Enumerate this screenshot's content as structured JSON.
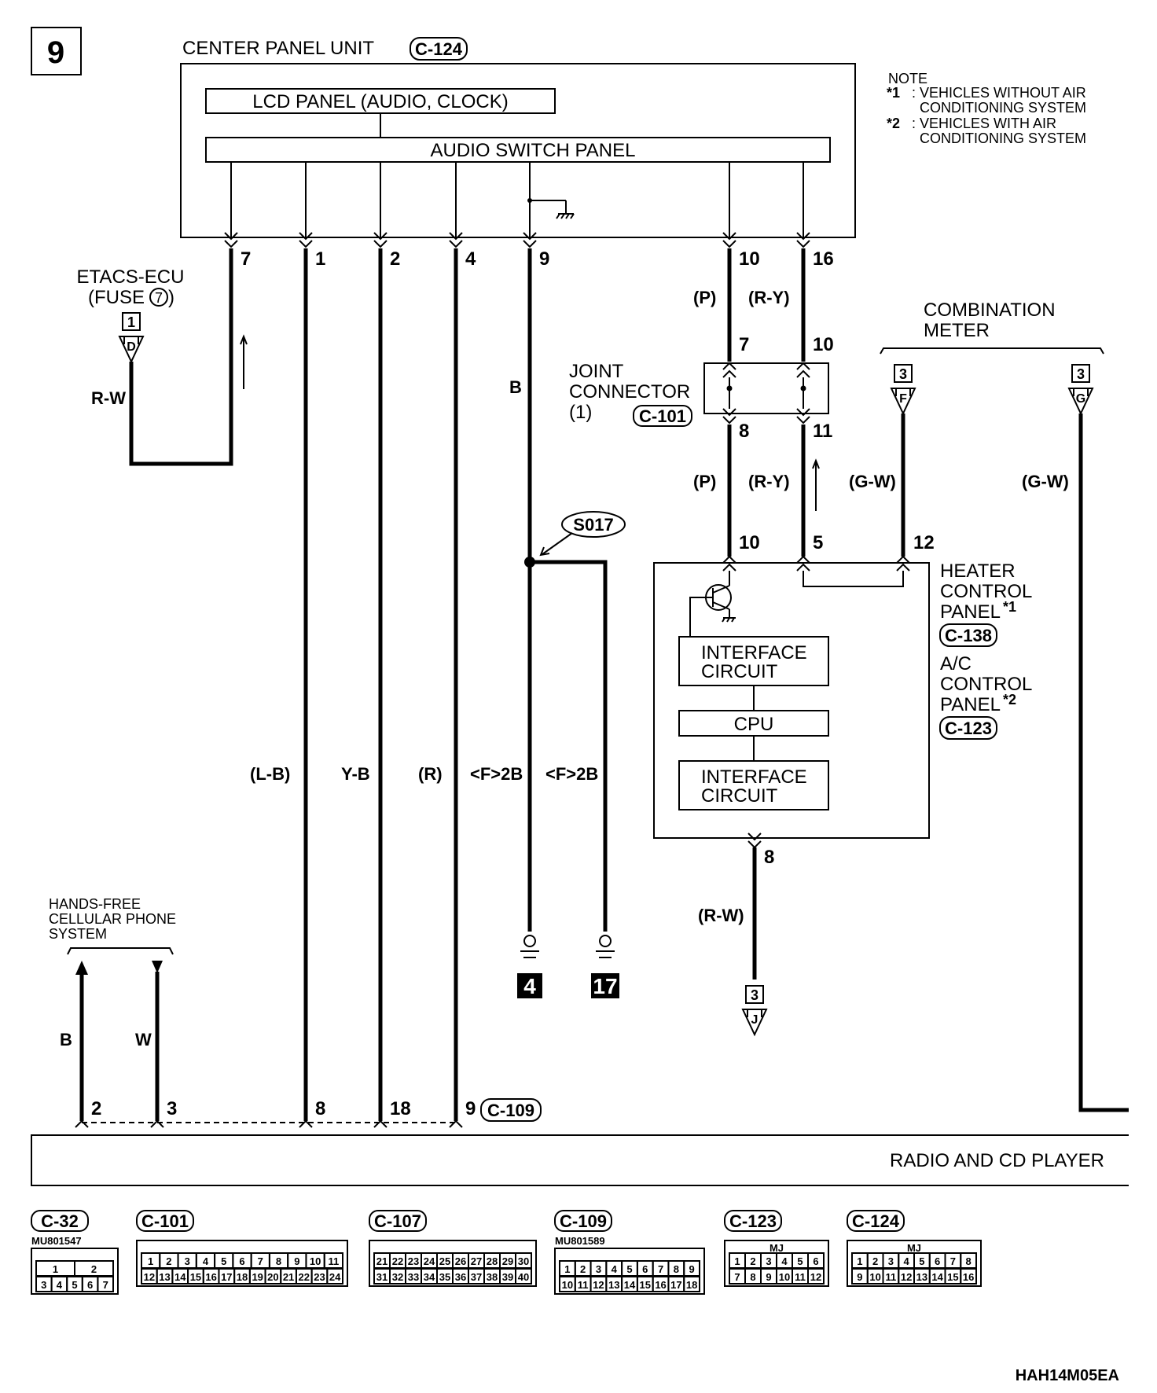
{
  "page_number": "9",
  "center_panel": {
    "title": "CENTER PANEL UNIT",
    "connector": "C-124",
    "lcd_label": "LCD PANEL (AUDIO, CLOCK)",
    "switch_label": "AUDIO SWITCH PANEL"
  },
  "note": {
    "title": "NOTE",
    "n1_mark": "*1",
    "n1_line1": ": VEHICLES WITHOUT AIR",
    "n1_line2": "CONDITIONING SYSTEM",
    "n2_mark": "*2",
    "n2_line1": ": VEHICLES WITH AIR",
    "n2_line2": "CONDITIONING SYSTEM"
  },
  "cpu_pins": {
    "p7": "7",
    "p1": "1",
    "p2": "2",
    "p4": "4",
    "p9": "9",
    "p10": "10",
    "p16": "16"
  },
  "etacs": {
    "line1": "ETACS-ECU",
    "line2": "(FUSE",
    "fuse_no": "7",
    "line2_end": ")",
    "ref_box": "1",
    "ref_letter": "D",
    "wire": "R-W"
  },
  "joint_connector": {
    "line1": "JOINT",
    "line2": "CONNECTOR",
    "line3": "(1)",
    "connector": "C-101",
    "pin_top_left": "7",
    "pin_top_right": "10",
    "pin_bottom_left": "8",
    "pin_bottom_right": "11"
  },
  "wire_colors": {
    "p_upper": "(P)",
    "ry_upper": "(R-Y)",
    "p_lower": "(P)",
    "ry_lower": "(R-Y)",
    "gw_left": "(G-W)",
    "gw_right": "(G-W)",
    "lb": "(L-B)",
    "yb": "Y-B",
    "r": "(R)",
    "f2b_1": "<F>2B",
    "f2b_2": "<F>2B",
    "b_ground": "B",
    "rw_lower": "(R-W)",
    "hf_b": "B",
    "hf_w": "W"
  },
  "combination_meter": {
    "line1": "COMBINATION",
    "line2": "METER",
    "ref1_box": "3",
    "ref1_letter": "F",
    "ref2_box": "3",
    "ref2_letter": "G"
  },
  "splice": "S017",
  "grounds": {
    "g1": "4",
    "g2": "17"
  },
  "heater_panel": {
    "pin_in1": "10",
    "pin_in2": "5",
    "pin_in3": "12",
    "pin_out": "8",
    "line1": "HEATER",
    "line2": "CONTROL",
    "line3": "PANEL",
    "mark1": "*1",
    "connector1": "C-138",
    "line4": "A/C",
    "line5": "CONTROL",
    "line6": "PANEL",
    "mark2": "*2",
    "connector2": "C-123",
    "interface1_l1": "INTERFACE",
    "interface1_l2": "CIRCUIT",
    "cpu": "CPU",
    "interface2_l1": "INTERFACE",
    "interface2_l2": "CIRCUIT",
    "ref_box": "3",
    "ref_letter": "J"
  },
  "hands_free": {
    "line1": "HANDS-FREE",
    "line2": "CELLULAR PHONE",
    "line3": "SYSTEM"
  },
  "radio": {
    "label": "RADIO AND CD PLAYER",
    "pins": {
      "p2": "2",
      "p3": "3",
      "p8": "8",
      "p18": "18",
      "p9": "9"
    },
    "connector": "C-109"
  },
  "connector_views": [
    {
      "id": "C-32",
      "part": "MU801547",
      "row1": [
        "1",
        "2"
      ],
      "row2": [
        "3",
        "4",
        "5",
        "6",
        "7"
      ]
    },
    {
      "id": "C-101",
      "part": "",
      "row1": [
        "1",
        "2",
        "3",
        "4",
        "5",
        "6",
        "7",
        "8",
        "9",
        "10",
        "11"
      ],
      "row2": [
        "12",
        "13",
        "14",
        "15",
        "16",
        "17",
        "18",
        "19",
        "20",
        "21",
        "22",
        "23",
        "24"
      ]
    },
    {
      "id": "C-107",
      "part": "",
      "row1": [
        "21",
        "22",
        "23",
        "24",
        "25",
        "26",
        "27",
        "28",
        "29",
        "30"
      ],
      "row2": [
        "31",
        "32",
        "33",
        "34",
        "35",
        "36",
        "37",
        "38",
        "39",
        "40"
      ]
    },
    {
      "id": "C-109",
      "part": "MU801589",
      "row1": [
        "1",
        "2",
        "3",
        "4",
        "5",
        "6",
        "7",
        "8",
        "9"
      ],
      "row2": [
        "10",
        "11",
        "12",
        "13",
        "14",
        "15",
        "16",
        "17",
        "18"
      ]
    },
    {
      "id": "C-123",
      "part": "",
      "tag": "MJ",
      "row1": [
        "1",
        "2",
        "3",
        "4",
        "5",
        "6"
      ],
      "row2": [
        "7",
        "8",
        "9",
        "10",
        "11",
        "12"
      ]
    },
    {
      "id": "C-124",
      "part": "",
      "tag": "MJ",
      "row1": [
        "1",
        "2",
        "3",
        "4",
        "5",
        "6",
        "7",
        "8"
      ],
      "row2": [
        "9",
        "10",
        "11",
        "12",
        "13",
        "14",
        "15",
        "16"
      ]
    }
  ],
  "doc_code": "HAH14M05EA"
}
